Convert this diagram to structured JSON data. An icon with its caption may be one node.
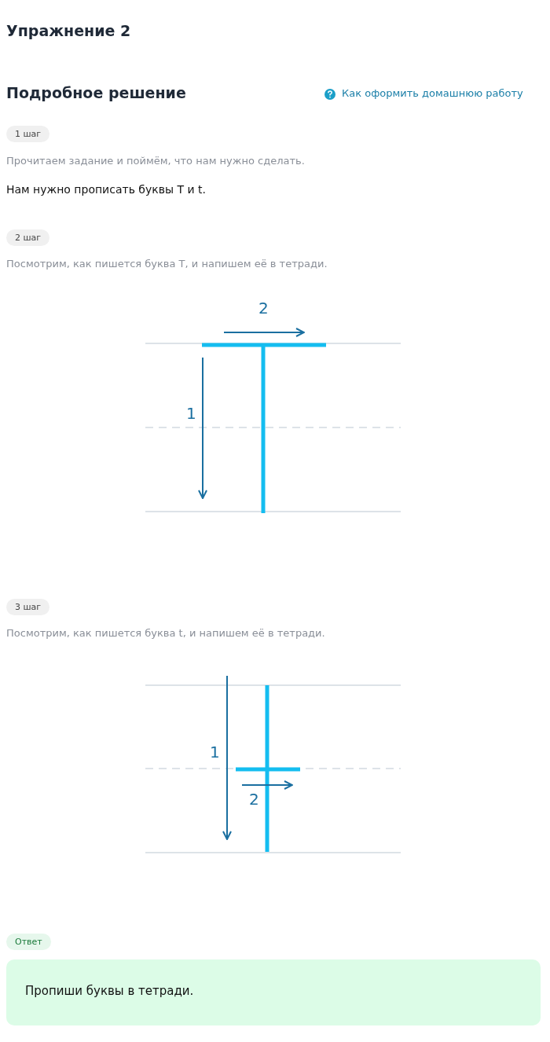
{
  "diagram": {
    "title": "Упражнение 2",
    "labels": [
      "Подробное решение",
      "Как оформить домашнюю работу",
      "1 шаг",
      "Прочитаем задание и поймём, что нам нужно сделать.",
      "Нам нужно прописать буквы T и t.",
      "2 шаг",
      "Посмотрим, как пишется буква T, и напишем её в тетради.",
      "2",
      "1",
      "3 шаг",
      "Посмотрим, как пишется буква t, и напишем её в тетради.",
      "1",
      "2",
      "Ответ",
      "Пропиши буквы в тетради."
    ]
  }
}
